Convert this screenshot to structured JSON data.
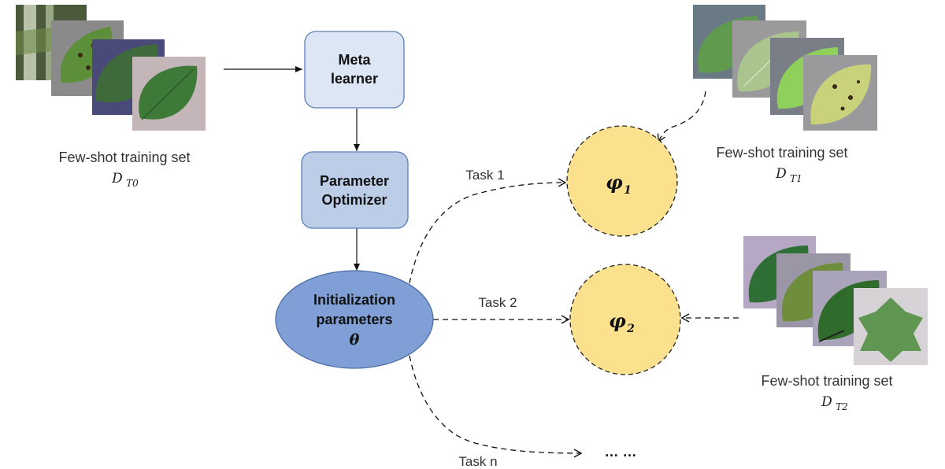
{
  "nodes": {
    "meta_learner": [
      "Meta",
      "learner"
    ],
    "parameter_optimizer": [
      "Parameter",
      "Optimizer"
    ],
    "init_params": [
      "Initialization",
      "parameters",
      "θ"
    ],
    "phi1": {
      "symbol": "φ",
      "subscript": "1"
    },
    "phi2": {
      "symbol": "φ",
      "subscript": "2"
    },
    "ellipsis": "… …"
  },
  "tasks": [
    "Task 1",
    "Task 2",
    "Task n"
  ],
  "training_sets": {
    "t0": {
      "caption": "Few-shot training set",
      "symbol": "D",
      "subscript": "T0"
    },
    "t1": {
      "caption": "Few-shot training set",
      "symbol": "D",
      "subscript": "T1"
    },
    "t2": {
      "caption": "Few-shot training set",
      "symbol": "D",
      "subscript": "T2"
    }
  },
  "colors": {
    "meta_box": "#dce6f4",
    "optimizer_box": "#bccde8",
    "ellipse": "#7f9fd6",
    "phi_circle": "#fbe08d",
    "box_stroke": "#5b7fb8",
    "leaf_dark": "#2f6b2a",
    "leaf_mid": "#4f8f3c",
    "leaf_light": "#8fbf5c",
    "leaf_yellow": "#c9d27a"
  }
}
